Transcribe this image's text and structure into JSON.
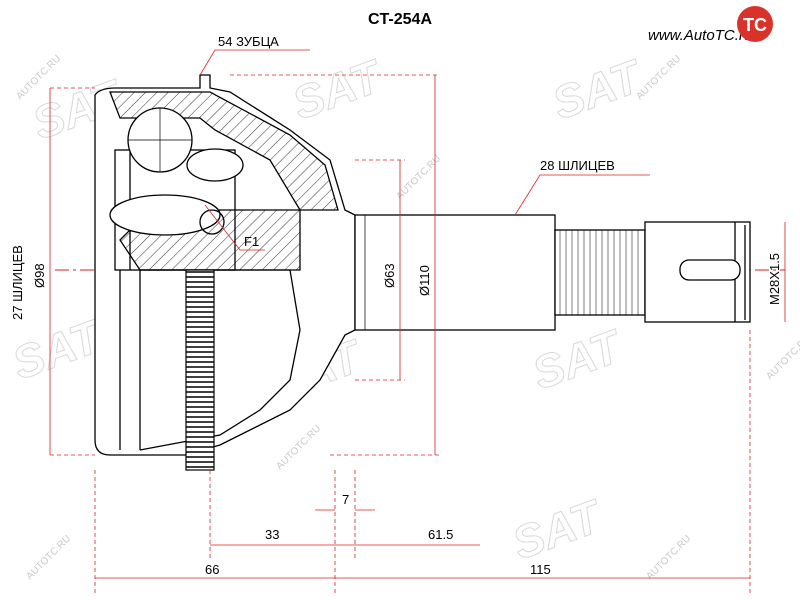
{
  "title": "CT-254A",
  "logo": {
    "text": "www.AutoTC.ru",
    "mark": "TC",
    "mark_color": "#d8322b"
  },
  "watermark": {
    "brand": "SAT",
    "site": "AUTOTC.RU"
  },
  "labels": {
    "teeth": "54 ЗУБЦА",
    "outer_splines": "28 ШЛИЦЕВ",
    "inner_splines": "27 ШЛИЦЕВ",
    "d98": "Ø98",
    "d63": "Ø63",
    "d110": "Ø110",
    "thread": "M28X1.5",
    "f1": "F1",
    "dim_7": "7",
    "dim_33": "33",
    "dim_61_5": "61.5",
    "dim_66": "66",
    "dim_115": "115"
  }
}
